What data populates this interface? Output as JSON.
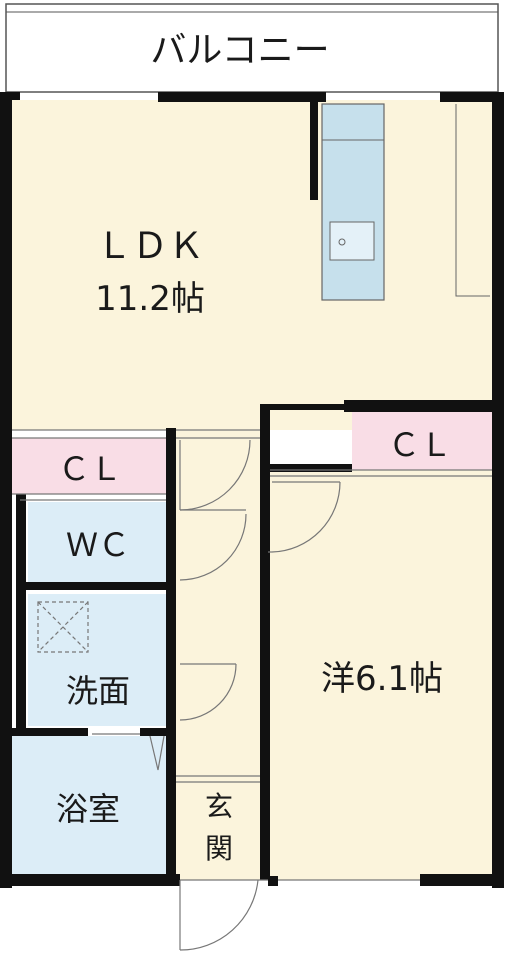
{
  "rooms": {
    "balcony": "バルコニー",
    "ldk": "ＬＤＫ",
    "ldk_size": "11.2帖",
    "closet_left": "ＣＬ",
    "closet_right": "ＣＬ",
    "wc": "ＷＣ",
    "washroom": "洗面",
    "bath": "浴室",
    "entrance_1": "玄",
    "entrance_2": "関",
    "western_room": "洋6.1帖"
  },
  "colors": {
    "floor": "#fbf4dc",
    "wet_area": "#dcedf7",
    "closet": "#f9dde6",
    "wall": "#111111",
    "kitchen": "#c6e0ec"
  }
}
